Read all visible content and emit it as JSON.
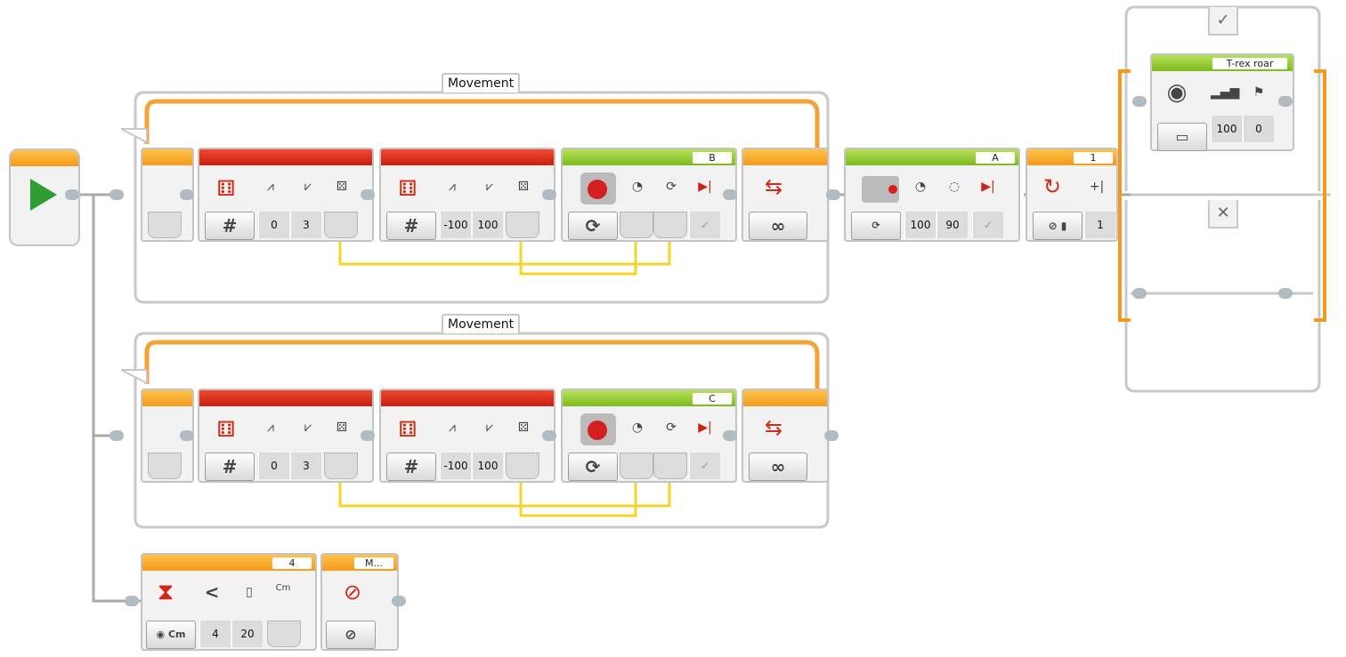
{
  "loops": [
    {
      "label": "Movement"
    },
    {
      "label": "Movement"
    }
  ],
  "blocks": {
    "motor_b": {
      "port": "B"
    },
    "motor_c": {
      "port": "C"
    },
    "medium_motor": {
      "port": "A",
      "power": "100",
      "degrees": "90"
    },
    "random1": {
      "lower": "0",
      "upper": "3"
    },
    "random2": {
      "lower": "-100",
      "upper": "100"
    },
    "random3": {
      "lower": "0",
      "upper": "3"
    },
    "random4": {
      "lower": "-100",
      "upper": "100"
    },
    "switch_sensor": {
      "port": "1",
      "threshold": "1"
    },
    "sound": {
      "file": "T-rex roar",
      "volume": "100",
      "play_type": "0"
    },
    "wait_ultrasonic": {
      "port": "4",
      "comparison": "4",
      "threshold": "20"
    },
    "loop_interrupt": {
      "name": "M..."
    }
  },
  "symbols": {
    "number_mode": "#",
    "infinity": "∞",
    "compare": "<",
    "cm": "Cm",
    "true_case": "✓",
    "false_case": "✕"
  },
  "colors": {
    "flow_orange": "#f29a1c",
    "data_wire": "#f5d42a",
    "start_green": "#2e9e34",
    "math_red": "#d02a16",
    "action_green": "#8cc63f"
  }
}
